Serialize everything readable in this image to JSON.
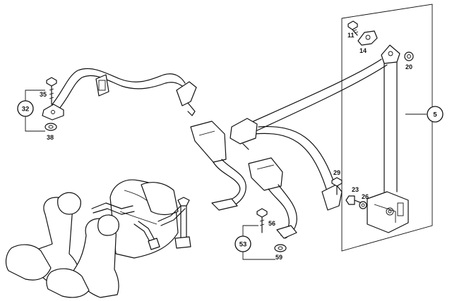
{
  "callouts": {
    "c11": "11",
    "c14": "14",
    "c20": "20",
    "c5": "5",
    "c35": "35",
    "c32": "32",
    "c38": "38",
    "c29": "29",
    "c23": "23",
    "c26": "26",
    "c56": "56",
    "c53": "53",
    "c59": "59"
  }
}
